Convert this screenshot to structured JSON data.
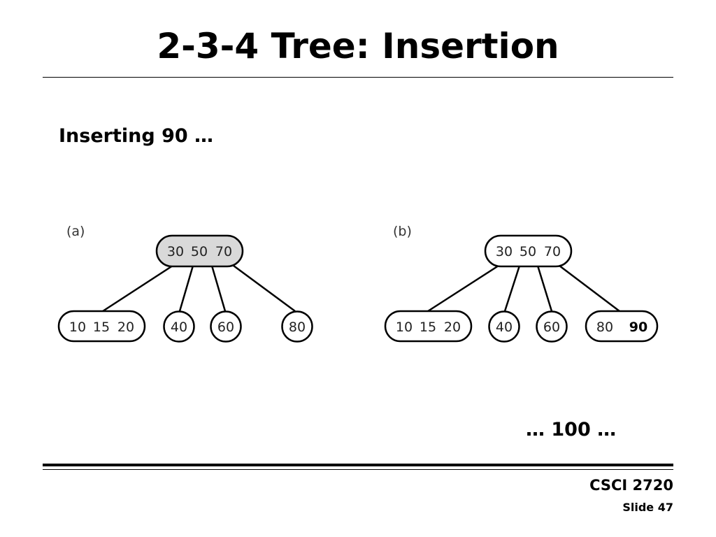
{
  "slide": {
    "title": "2-3-4 Tree: Insertion",
    "subtitle": "Inserting 90 …",
    "next_note": "… 100 …",
    "course": "CSCI 2720",
    "slide_number": "Slide 47"
  },
  "diagram": {
    "panels": [
      {
        "label": "(a)",
        "root": {
          "keys": [
            "30",
            "50",
            "70"
          ],
          "highlighted": true,
          "fill": "#d9d9d9"
        },
        "children": [
          {
            "keys": [
              "10",
              "15",
              "20"
            ]
          },
          {
            "keys": [
              "40"
            ]
          },
          {
            "keys": [
              "60"
            ]
          },
          {
            "keys": [
              "80"
            ]
          }
        ]
      },
      {
        "label": "(b)",
        "root": {
          "keys": [
            "30",
            "50",
            "70"
          ],
          "highlighted": false,
          "fill": "#ffffff"
        },
        "children": [
          {
            "keys": [
              "10",
              "15",
              "20"
            ]
          },
          {
            "keys": [
              "40"
            ]
          },
          {
            "keys": [
              "60"
            ]
          },
          {
            "keys": [
              "80",
              "90"
            ],
            "bold_key": "90"
          }
        ]
      }
    ]
  }
}
